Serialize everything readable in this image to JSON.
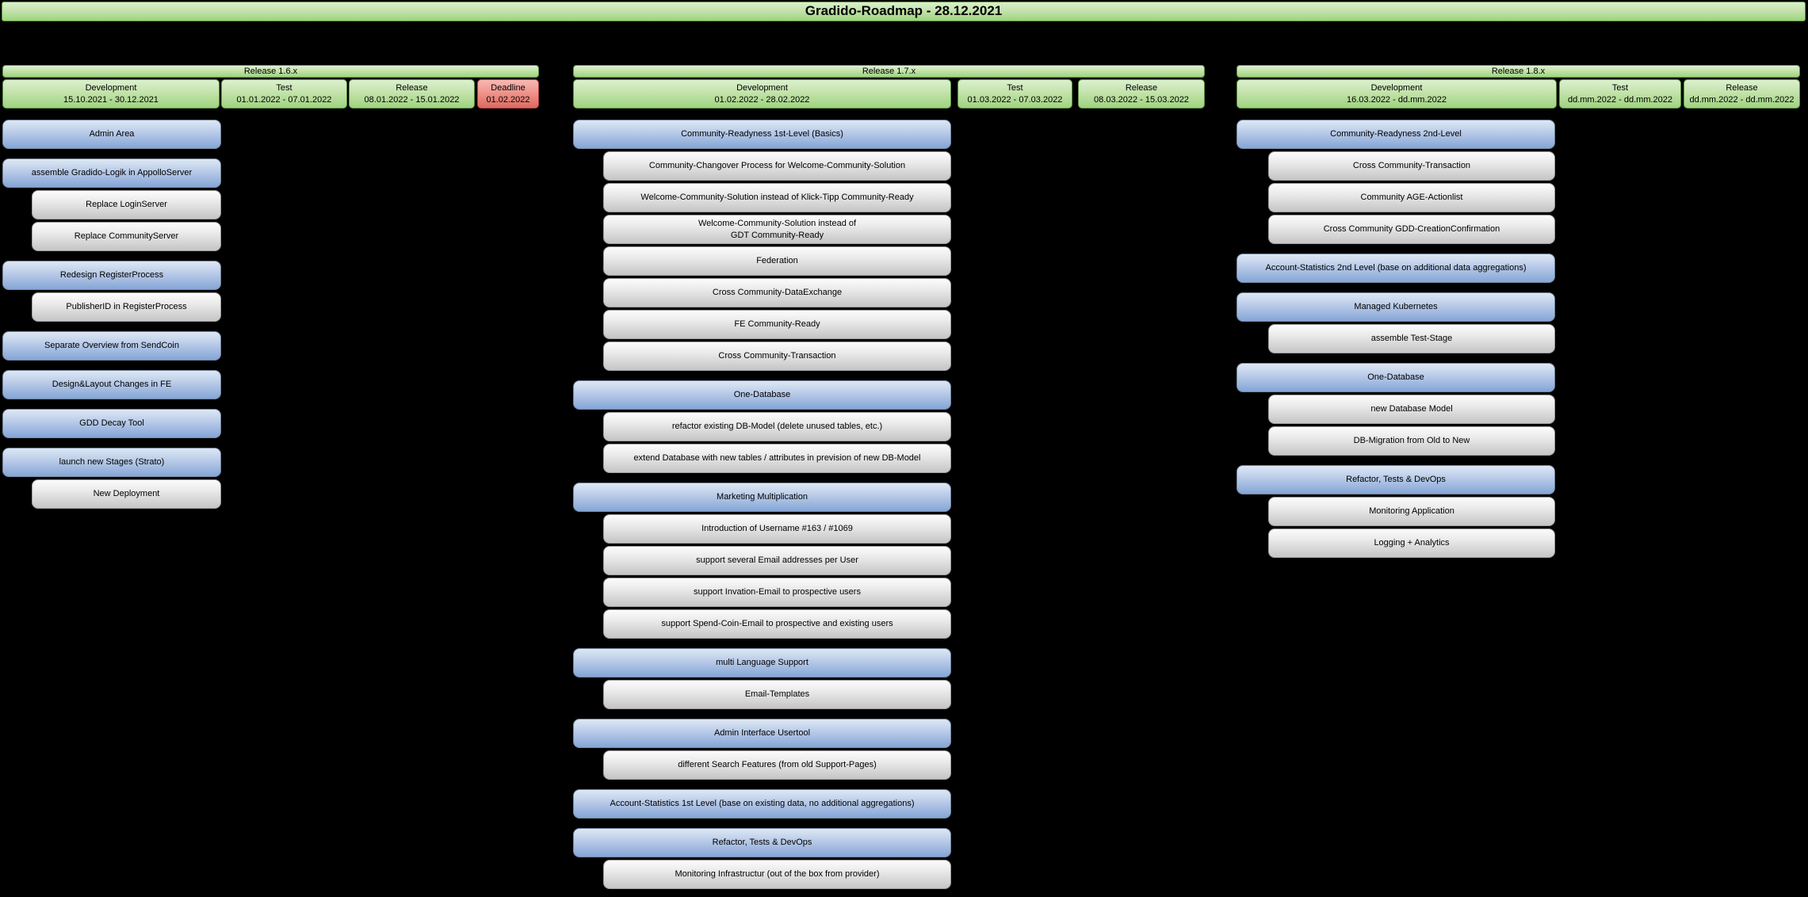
{
  "title": "Gradido-Roadmap - 28.12.2021",
  "colors": {
    "background": "#000000",
    "release_green": "#9fd37f",
    "deadline_red": "#e0695f",
    "feature_blue": "#84a5d6",
    "subtask_gray": "#c5c5c5"
  },
  "releases": [
    {
      "name": "Release 1.6.x",
      "phases": [
        {
          "label": "Development",
          "dates": "15.10.2021 - 30.12.2021",
          "status": "normal"
        },
        {
          "label": "Test",
          "dates": "01.01.2022 - 07.01.2022",
          "status": "normal"
        },
        {
          "label": "Release",
          "dates": "08.01.2022 - 15.01.2022",
          "status": "normal"
        },
        {
          "label": "Deadline",
          "dates": "01.02.2022",
          "status": "deadline"
        }
      ],
      "tasks": [
        {
          "label": "Admin Area",
          "type": "feature"
        },
        {
          "label": "assemble Gradido-Logik in AppolloServer",
          "type": "feature"
        },
        {
          "label": "Replace LoginServer",
          "type": "subtask"
        },
        {
          "label": "Replace CommunityServer",
          "type": "subtask"
        },
        {
          "label": "Redesign RegisterProcess",
          "type": "feature"
        },
        {
          "label": "PublisherID in RegisterProcess",
          "type": "subtask"
        },
        {
          "label": "Separate Overview from SendCoin",
          "type": "feature"
        },
        {
          "label": "Design&Layout Changes in FE",
          "type": "feature"
        },
        {
          "label": "GDD Decay Tool",
          "type": "feature"
        },
        {
          "label": "launch new Stages (Strato)",
          "type": "feature"
        },
        {
          "label": "New Deployment",
          "type": "subtask"
        }
      ]
    },
    {
      "name": "Release 1.7.x",
      "phases": [
        {
          "label": "Development",
          "dates": "01.02.2022 - 28.02.2022",
          "status": "normal"
        },
        {
          "label": "Test",
          "dates": "01.03.2022 - 07.03.2022",
          "status": "normal"
        },
        {
          "label": "Release",
          "dates": "08.03.2022 - 15.03.2022",
          "status": "normal"
        }
      ],
      "tasks": [
        {
          "label": "Community-Readyness 1st-Level (Basics)",
          "type": "feature"
        },
        {
          "label": "Community-Changover Process for Welcome-Community-Solution",
          "type": "subtask"
        },
        {
          "label": "Welcome-Community-Solution instead of Klick-Tipp Community-Ready",
          "type": "subtask"
        },
        {
          "label": "Welcome-Community-Solution instead of\nGDT Community-Ready",
          "type": "subtask"
        },
        {
          "label": "Federation",
          "type": "subtask"
        },
        {
          "label": "Cross Community-DataExchange",
          "type": "subtask"
        },
        {
          "label": "FE Community-Ready",
          "type": "subtask"
        },
        {
          "label": "Cross Community-Transaction",
          "type": "subtask"
        },
        {
          "label": "One-Database",
          "type": "feature"
        },
        {
          "label": "refactor existing DB-Model (delete unused tables, etc.)",
          "type": "subtask"
        },
        {
          "label": "extend Database with new tables / attributes in prevision of new DB-Model",
          "type": "subtask"
        },
        {
          "label": "Marketing Multiplication",
          "type": "feature"
        },
        {
          "label": "Introduction of Username #163 / #1069",
          "type": "subtask"
        },
        {
          "label": "support several Email addresses per User",
          "type": "subtask"
        },
        {
          "label": "support Invation-Email to prospective users",
          "type": "subtask"
        },
        {
          "label": "support Spend-Coin-Email to prospective and existing users",
          "type": "subtask"
        },
        {
          "label": "multi Language Support",
          "type": "feature"
        },
        {
          "label": "Email-Templates",
          "type": "subtask"
        },
        {
          "label": "Admin Interface Usertool",
          "type": "feature"
        },
        {
          "label": "different Search Features (from old Support-Pages)",
          "type": "subtask"
        },
        {
          "label": "Account-Statistics 1st Level (base on existing data, no additional aggregations)",
          "type": "feature"
        },
        {
          "label": "Refactor, Tests & DevOps",
          "type": "feature"
        },
        {
          "label": "Monitoring Infrastructur (out of the box from provider)",
          "type": "subtask"
        }
      ]
    },
    {
      "name": "Release 1.8.x",
      "phases": [
        {
          "label": "Development",
          "dates": "16.03.2022 - dd.mm.2022",
          "status": "normal"
        },
        {
          "label": "Test",
          "dates": "dd.mm.2022 - dd.mm.2022",
          "status": "normal"
        },
        {
          "label": "Release",
          "dates": "dd.mm.2022 - dd.mm.2022",
          "status": "normal"
        }
      ],
      "tasks": [
        {
          "label": "Community-Readyness 2nd-Level",
          "type": "feature"
        },
        {
          "label": "Cross Community-Transaction",
          "type": "subtask"
        },
        {
          "label": "Community AGE-Actionlist",
          "type": "subtask"
        },
        {
          "label": "Cross Community GDD-CreationConfirmation",
          "type": "subtask"
        },
        {
          "label": "Account-Statistics 2nd Level (base on additional data aggregations)",
          "type": "feature"
        },
        {
          "label": "Managed Kubernetes",
          "type": "feature"
        },
        {
          "label": "assemble Test-Stage",
          "type": "subtask"
        },
        {
          "label": "One-Database",
          "type": "feature"
        },
        {
          "label": "new Database Model",
          "type": "subtask"
        },
        {
          "label": "DB-Migration from Old to New",
          "type": "subtask"
        },
        {
          "label": "Refactor, Tests & DevOps",
          "type": "feature"
        },
        {
          "label": "Monitoring Application",
          "type": "subtask"
        },
        {
          "label": "Logging + Analytics",
          "type": "subtask"
        }
      ]
    }
  ]
}
